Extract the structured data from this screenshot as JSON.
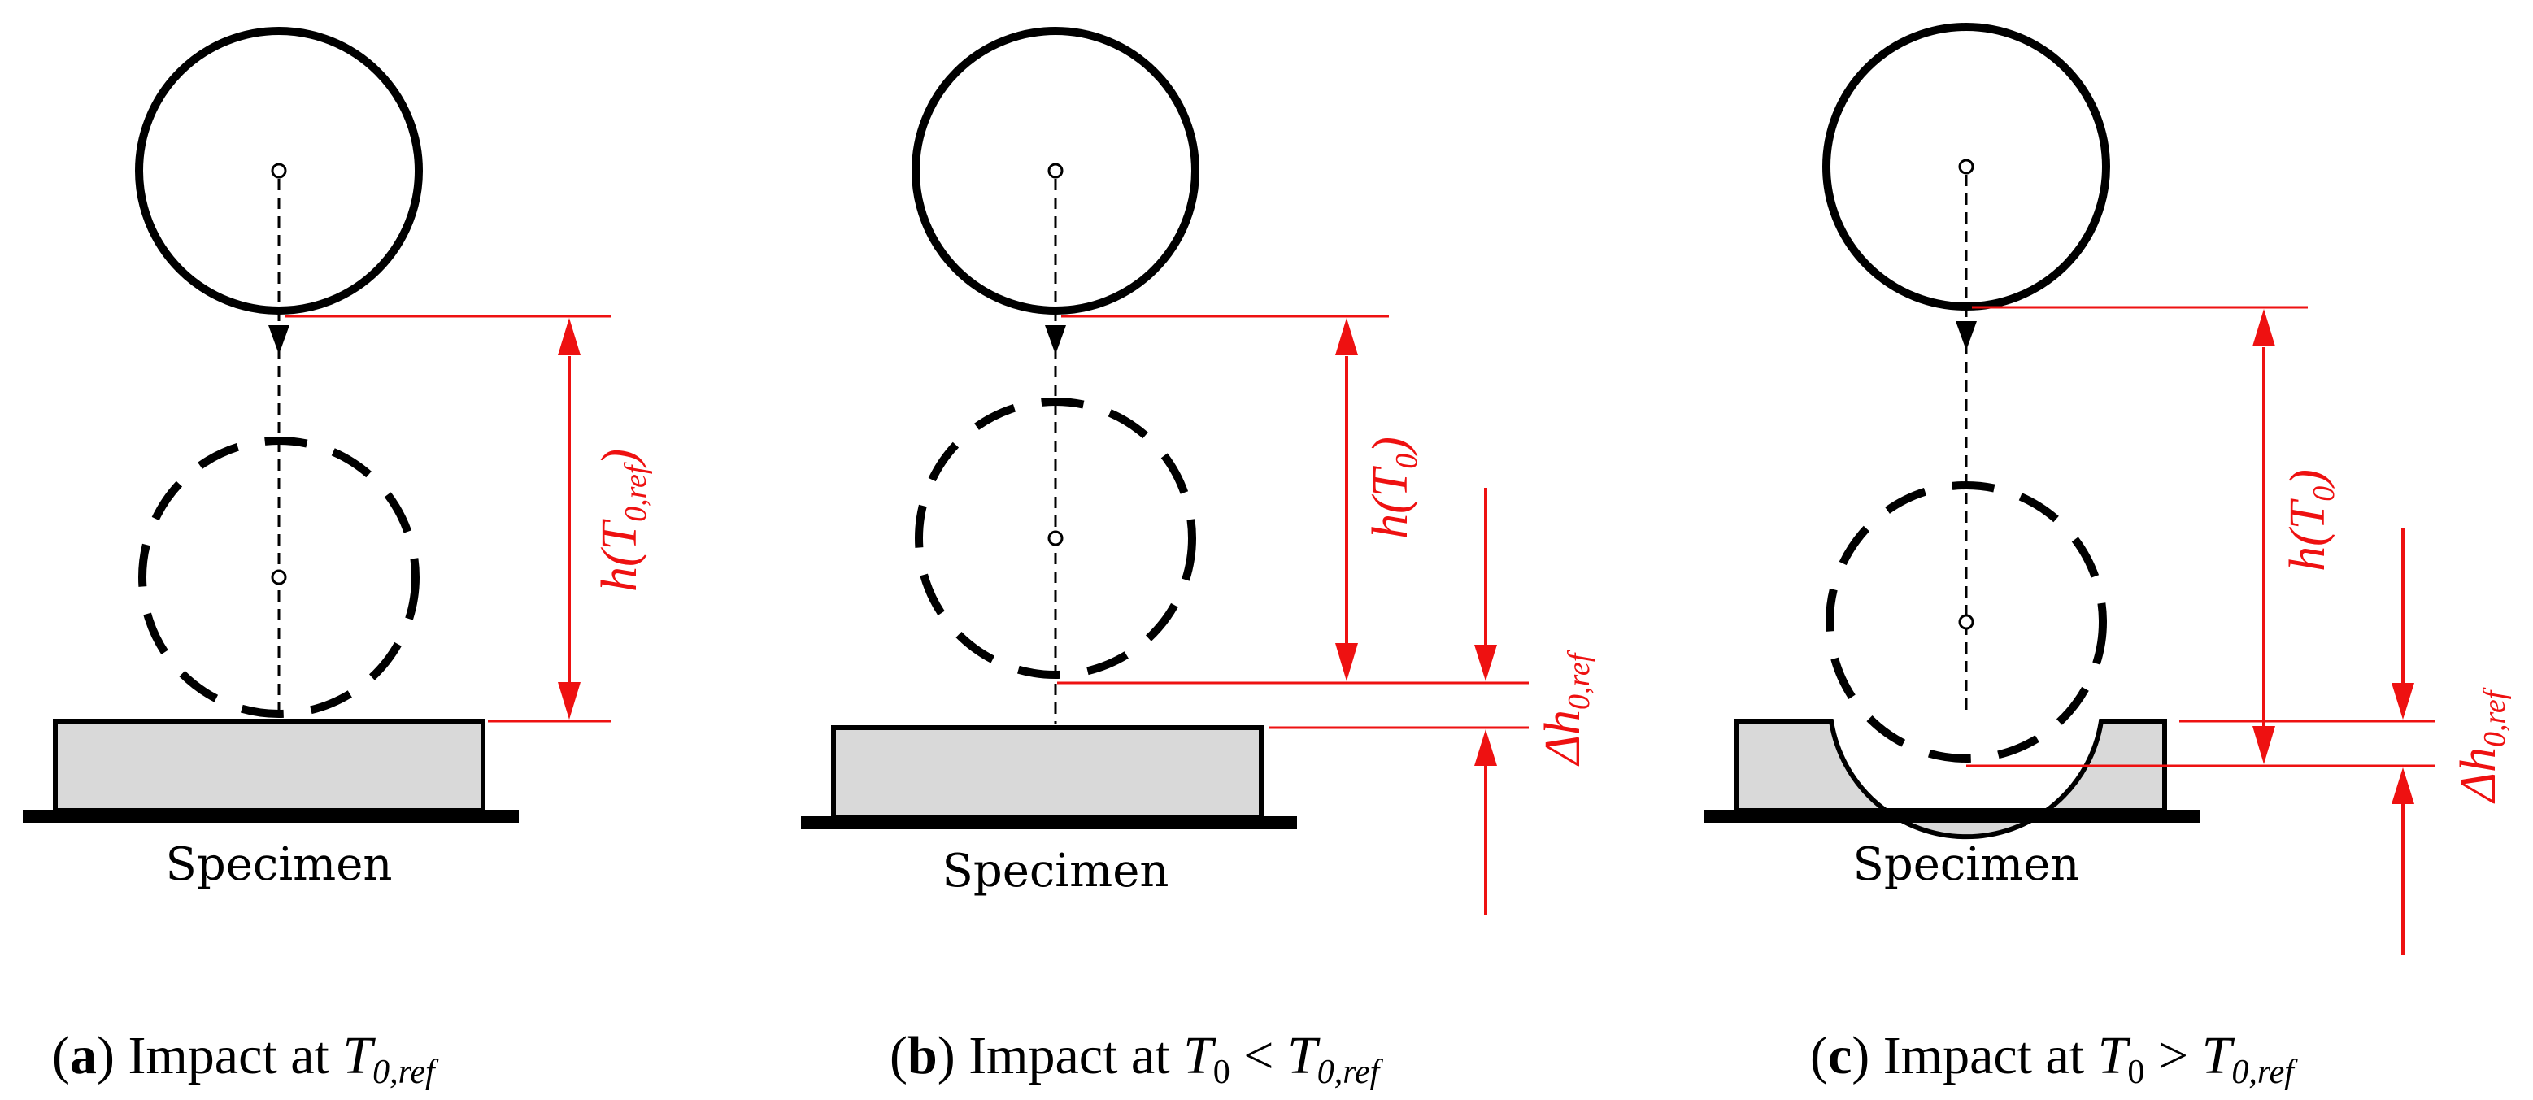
{
  "panels": [
    {
      "specimen_label": "Specimen",
      "height_label": {
        "main": "h(T",
        "sub": "0,ref",
        "close": ")"
      },
      "caption": {
        "letter": "a",
        "open": "(",
        "close": ")",
        "text": " Impact at ",
        "t": "T",
        "t_sub": "0,ref"
      }
    },
    {
      "specimen_label": "Specimen",
      "height_label": {
        "main": "h(T",
        "sub": "0",
        "close": ")"
      },
      "delta_label": {
        "main": "Δh",
        "sub": "0,ref"
      },
      "caption": {
        "letter": "b",
        "open": "(",
        "close": ")",
        "text": " Impact at ",
        "t": "T",
        "t_sub": "0",
        "op": " < ",
        "t2": "T",
        "t2_sub": "0,ref"
      }
    },
    {
      "specimen_label": "Specimen",
      "height_label": {
        "main": "h(T",
        "sub": "0",
        "close": ")"
      },
      "delta_label": {
        "main": "Δh",
        "sub": "0,ref"
      },
      "caption": {
        "letter": "c",
        "open": "(",
        "close": ")",
        "text": " Impact at ",
        "t": "T",
        "t_sub": "0",
        "op": " > ",
        "t2": "T",
        "t2_sub": "0,ref"
      }
    }
  ],
  "colors": {
    "dimension": "#ee1111",
    "specimen_fill": "#d9d9d9",
    "line": "#000000"
  }
}
